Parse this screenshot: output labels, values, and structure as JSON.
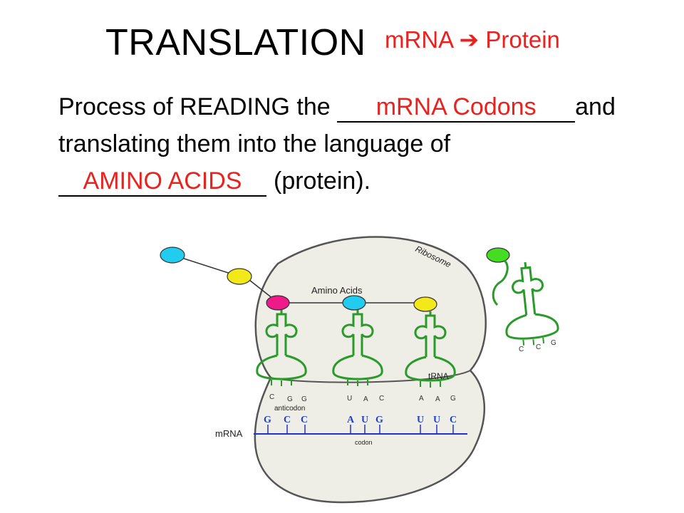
{
  "slide": {
    "title": "TRANSLATION",
    "subtitle": {
      "left": "mRNA",
      "arrow": "➔",
      "right": "Protein"
    },
    "body": {
      "line1_start": "Process of READING the ",
      "blank1_answer": "mRNA Codons",
      "line1_end": "and",
      "line2": "translating them into the language of",
      "blank2_answer": "AMINO ACIDS",
      "line3_end": "(protein)."
    }
  },
  "diagram": {
    "labels": {
      "ribosome": "Ribosome",
      "amino_acids": "Amino Acids",
      "trna": "tRNA",
      "anticodon": "anticodon",
      "mrna": "mRNA",
      "codon": "codon"
    },
    "amino_acids": {
      "chain_cyan": "#22ccee",
      "chain_yellow": "#f2e81a",
      "site1_magenta": "#ee1a8a",
      "site2_cyan": "#22ccee",
      "site3_yellow": "#f2e81a",
      "incoming_green": "#44dd22"
    },
    "trnas": [
      {
        "anticodon": [
          "C",
          "G",
          "G"
        ]
      },
      {
        "anticodon": [
          "U",
          "A",
          "C"
        ]
      },
      {
        "anticodon": [
          "A",
          "A",
          "G"
        ]
      }
    ],
    "incoming_trna": {
      "anticodon": [
        "C",
        "C",
        "G"
      ]
    },
    "codons": [
      [
        "G",
        "C",
        "C"
      ],
      [
        "A",
        "U",
        "G"
      ],
      [
        "U",
        "U",
        "C"
      ]
    ],
    "colors": {
      "trna_green": "#2a9a2a",
      "mrna_blue": "#2233cc",
      "ribosome_fill": "#eeeee6",
      "ribosome_stroke": "#555555",
      "accent_red": "#e8231f"
    }
  }
}
